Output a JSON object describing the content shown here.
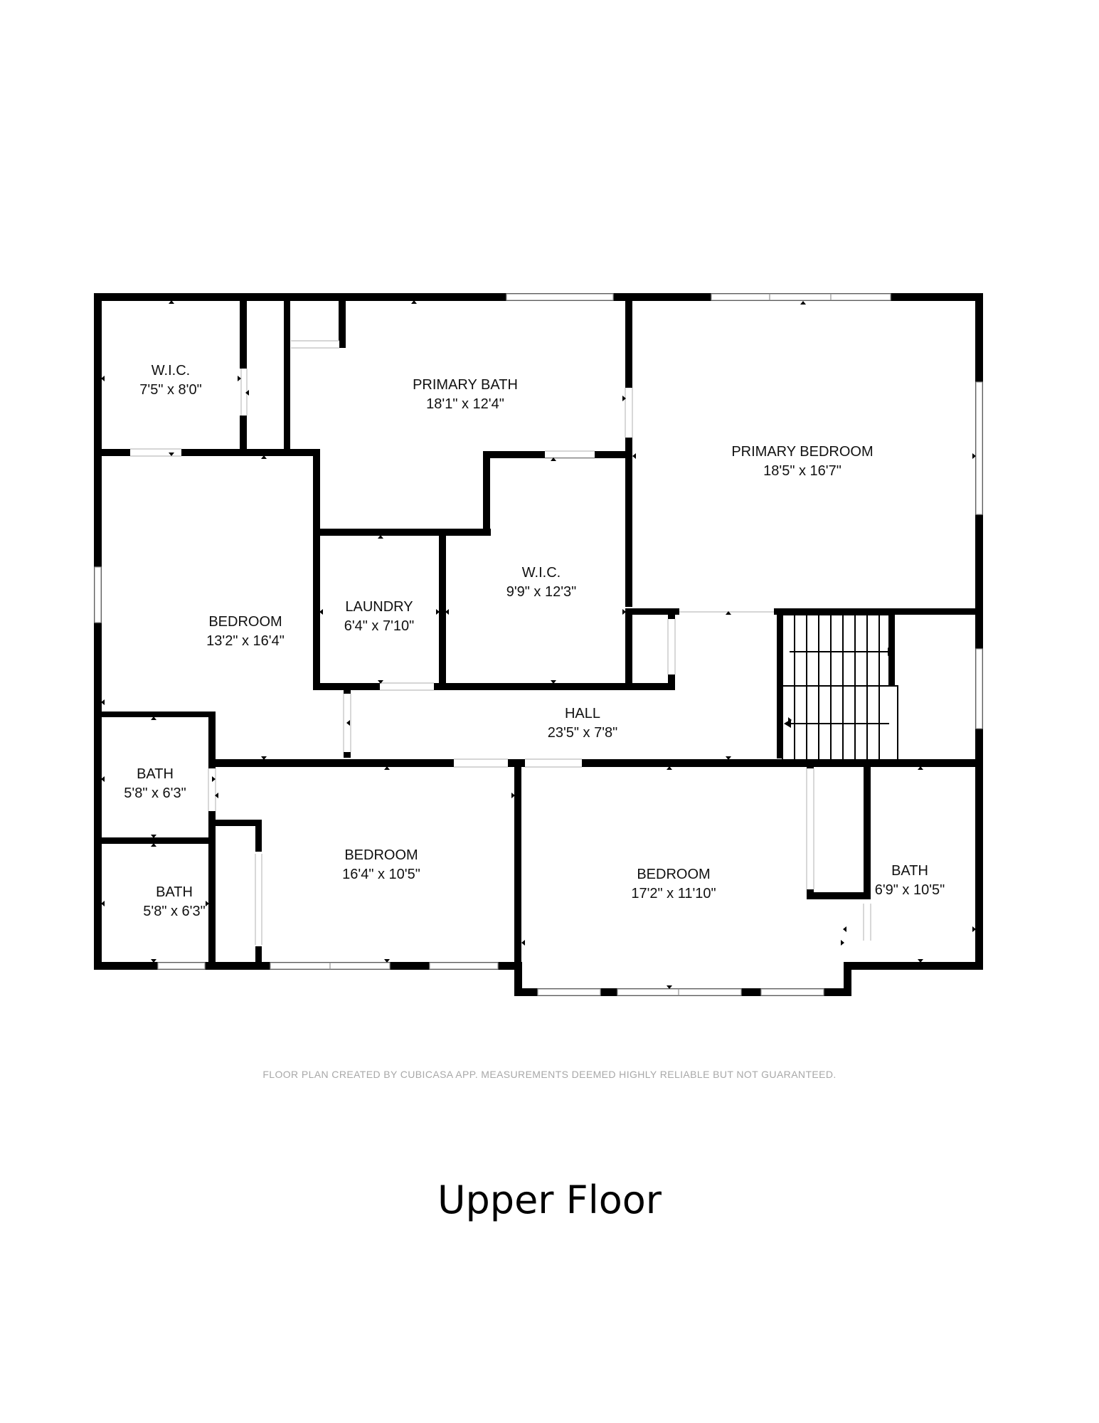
{
  "rooms": [
    {
      "name": "W.I.C.",
      "dims": "7'5\" x 8'0\""
    },
    {
      "name": "PRIMARY BATH",
      "dims": "18'1\" x 12'4\""
    },
    {
      "name": "PRIMARY BEDROOM",
      "dims": "18'5\" x 16'7\""
    },
    {
      "name": "BEDROOM",
      "dims": "13'2\" x 16'4\""
    },
    {
      "name": "LAUNDRY",
      "dims": "6'4\" x 7'10\""
    },
    {
      "name": "W.I.C.",
      "dims": "9'9\" x 12'3\""
    },
    {
      "name": "HALL",
      "dims": "23'5\" x 7'8\""
    },
    {
      "name": "BATH",
      "dims": "5'8\" x 6'3\""
    },
    {
      "name": "BATH",
      "dims": "5'8\" x 6'3\""
    },
    {
      "name": "BEDROOM",
      "dims": "16'4\" x 10'5\""
    },
    {
      "name": "BEDROOM",
      "dims": "17'2\" x 11'10\""
    },
    {
      "name": "BATH",
      "dims": "6'9\" x 10'5\""
    }
  ],
  "disclaimer": "FLOOR PLAN CREATED BY CUBICASA APP. MEASUREMENTS DEEMED HIGHLY RELIABLE BUT NOT GUARANTEED.",
  "floor_title": "Upper Floor"
}
